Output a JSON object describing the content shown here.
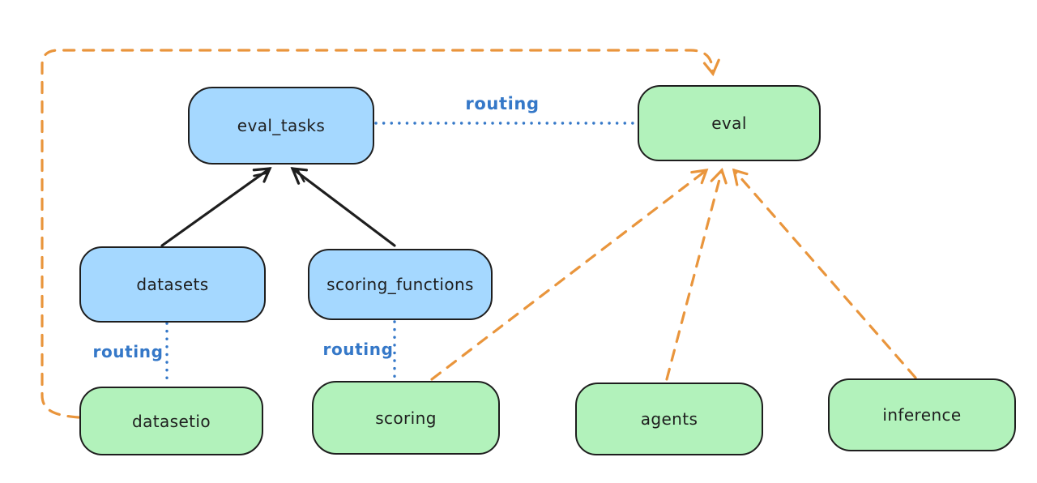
{
  "colors": {
    "node_blue": "#a5d8ff",
    "node_green": "#b2f2bb",
    "node_stroke": "#1e1e1e",
    "label_text": "#1e1e1e",
    "edge_black": "#1e1e1e",
    "edge_blue": "#3578c8",
    "edge_orange": "#e9953c"
  },
  "nodes": {
    "eval_tasks": {
      "label": "eval_tasks",
      "fill": "#a5d8ff"
    },
    "eval": {
      "label": "eval",
      "fill": "#b2f2bb"
    },
    "datasets": {
      "label": "datasets",
      "fill": "#a5d8ff"
    },
    "scoring_functions": {
      "label": "scoring_functions",
      "fill": "#a5d8ff"
    },
    "datasetio": {
      "label": "datasetio",
      "fill": "#b2f2bb"
    },
    "scoring": {
      "label": "scoring",
      "fill": "#b2f2bb"
    },
    "agents": {
      "label": "agents",
      "fill": "#b2f2bb"
    },
    "inference": {
      "label": "inference",
      "fill": "#b2f2bb"
    }
  },
  "labels": {
    "routing": "routing"
  },
  "edges": [
    {
      "from": "datasets",
      "to": "eval_tasks",
      "style": "solid-arrow",
      "color": "#1e1e1e"
    },
    {
      "from": "scoring_functions",
      "to": "eval_tasks",
      "style": "solid-arrow",
      "color": "#1e1e1e"
    },
    {
      "from": "eval_tasks",
      "to": "eval",
      "style": "dotted",
      "color": "#3578c8",
      "label": "routing"
    },
    {
      "from": "datasets",
      "to": "datasetio",
      "style": "dotted",
      "color": "#3578c8",
      "label": "routing"
    },
    {
      "from": "scoring_functions",
      "to": "scoring",
      "style": "dotted",
      "color": "#3578c8",
      "label": "routing"
    },
    {
      "from": "datasetio",
      "to": "eval",
      "style": "dashed-arrow",
      "color": "#e9953c"
    },
    {
      "from": "scoring",
      "to": "eval",
      "style": "dashed-arrow",
      "color": "#e9953c"
    },
    {
      "from": "agents",
      "to": "eval",
      "style": "dashed-arrow",
      "color": "#e9953c"
    },
    {
      "from": "inference",
      "to": "eval",
      "style": "dashed-arrow",
      "color": "#e9953c"
    }
  ]
}
